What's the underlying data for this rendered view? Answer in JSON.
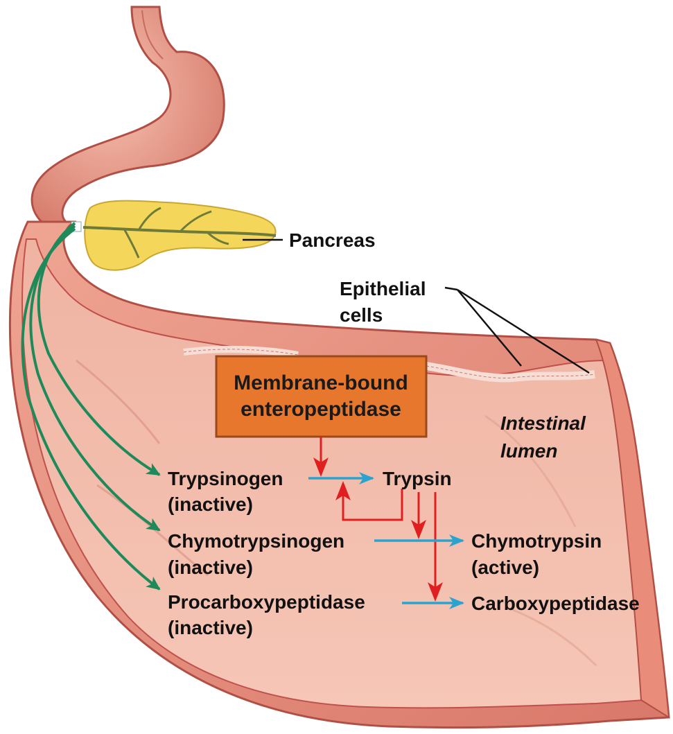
{
  "labels": {
    "pancreas": "Pancreas",
    "epithelial_line1": "Epithelial",
    "epithelial_line2": "cells",
    "lumen_line1": "Intestinal",
    "lumen_line2": "lumen"
  },
  "enzyme_box": {
    "line1": "Membrane-bound",
    "line2": "enteropeptidase"
  },
  "zymogens": [
    {
      "name": "Trypsinogen",
      "state": "(inactive)"
    },
    {
      "name": "Chymotrypsinogen",
      "state": "(inactive)"
    },
    {
      "name": "Procarboxypeptidase",
      "state": "(inactive)"
    }
  ],
  "active_enzymes": [
    {
      "name": "Trypsin"
    },
    {
      "name": "Chymotrypsin",
      "state": "(active)"
    },
    {
      "name": "Carboxypeptidase"
    }
  ],
  "colors": {
    "tissue": "#e8907f",
    "tissue_dark": "#c0504a",
    "lumen": "#f2b9a8",
    "pancreas": "#f4d75a",
    "box_fill": "#e8772e",
    "box_stroke": "#9a4a1a",
    "activation_arrow": "#e02020",
    "conversion_arrow": "#2aa4cf",
    "secretion_arrow": "#1e8a5a"
  }
}
